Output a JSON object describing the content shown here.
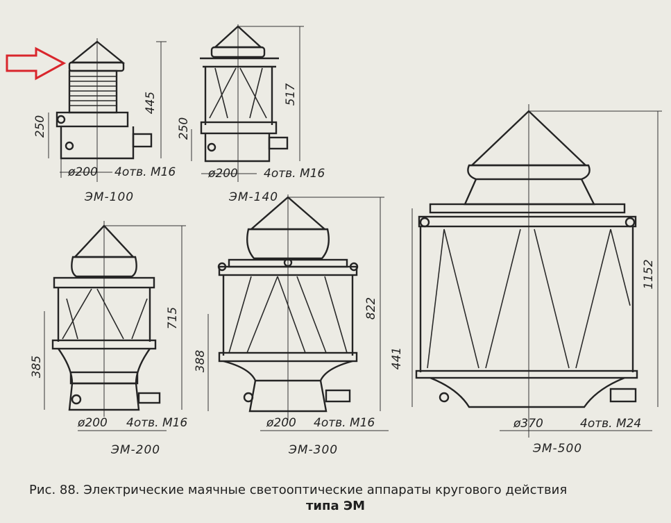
{
  "figure": {
    "caption_line1": "Рис. 88. Электрические маячные светооптические аппараты кругового действия",
    "caption_line2": "типа ЭМ",
    "colors": {
      "paper": "#ecebe4",
      "ink": "#242424",
      "arrow": "#d9262c"
    },
    "devices": [
      {
        "model": "ЭМ-100",
        "height_total": "445",
        "height_base": "250",
        "diameter": "ø200",
        "holes": "4отв. М16"
      },
      {
        "model": "ЭМ-140",
        "height_total": "517",
        "height_base": "250",
        "diameter": "ø200",
        "holes": "4отв. М16"
      },
      {
        "model": "ЭМ-200",
        "height_total": "715",
        "height_base": "385",
        "diameter": "ø200",
        "holes": "4отв. М16"
      },
      {
        "model": "ЭМ-300",
        "height_total": "822",
        "height_base": "388",
        "diameter": "ø200",
        "holes": "4отв. М16"
      },
      {
        "model": "ЭМ-500",
        "height_total": "1152",
        "height_base": "441",
        "diameter": "ø370",
        "holes": "4отв. М24"
      }
    ],
    "marker_icon": "red-arrow-outline-icon"
  }
}
